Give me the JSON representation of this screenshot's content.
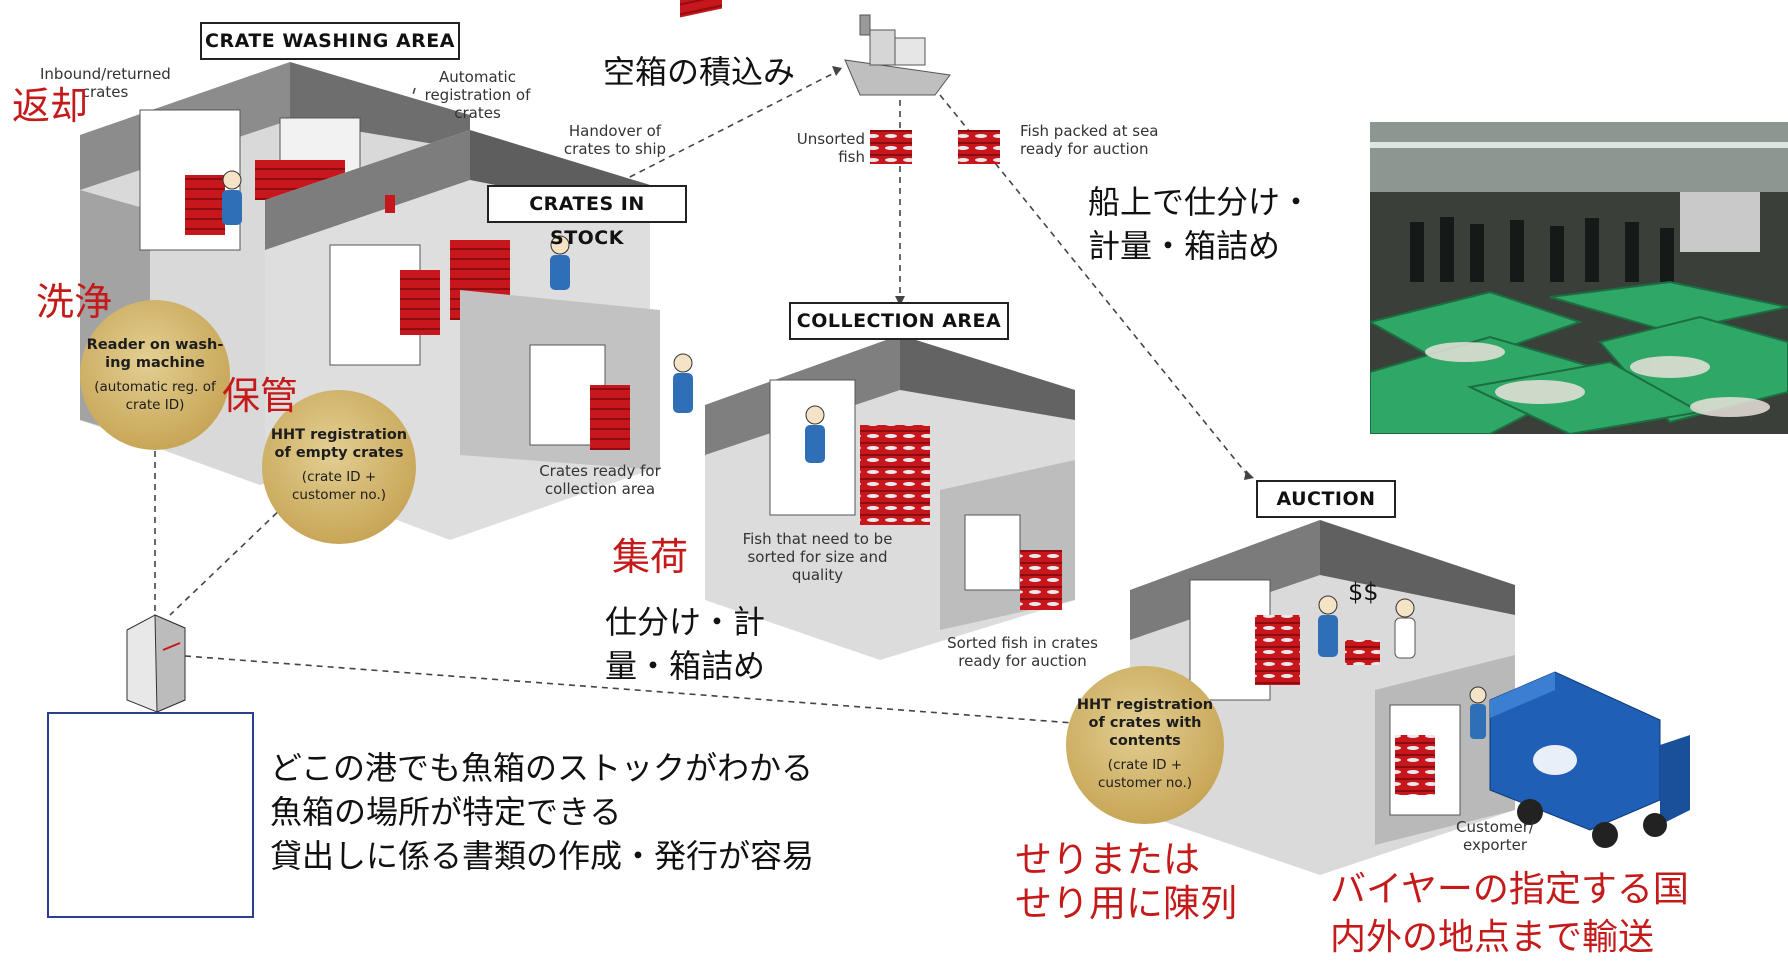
{
  "areas": {
    "crate_washing": "CRATE WASHING AREA",
    "crates_in_stock": "CRATES IN STOCK",
    "collection": "COLLECTION AREA",
    "auction": "AUCTION"
  },
  "captions": {
    "inbound": "Inbound/returned\ncrates",
    "auto_reg": "Automatic\nregistration of\ncrates",
    "handover": "Handover of\ncrates to ship",
    "unsorted": "Unsorted\nfish",
    "packed_sea": "Fish packed at sea\nready for auction",
    "crates_ready": "Crates ready for\ncollection area",
    "need_sorted": "Fish that need to be\nsorted for size and\nquality",
    "sorted_crates": "Sorted fish in crates\nready for auction",
    "customer": "Customer/\nexporter",
    "dollars": "$$"
  },
  "discs": {
    "reader": {
      "title": "Reader on wash-\ning machine",
      "sub": "(automatic reg. of\ncrate ID)"
    },
    "hht_empty": {
      "title": "HHT registration\nof empty crates",
      "sub": "(crate ID +\ncustomer no.)"
    },
    "hht_contents": {
      "title": "HHT registration\nof crates with\ncontents",
      "sub": "(crate ID +\ncustomer no.)"
    }
  },
  "jp": {
    "henkyaku": "返却",
    "senjo": "洗浄",
    "hokan": "保管",
    "karabako": "空箱の積込み",
    "senjo_shiwake": "船上で仕分け・\n計量・箱詰め",
    "shuka": "集荷",
    "shiwake": "仕分け・計\n量・箱詰め",
    "benefits": [
      "どこの港でも魚箱のストックがわかる",
      "魚箱の場所が特定できる",
      "貸出しに係る書類の作成・発行が容易"
    ],
    "seri": "せりまたは\nせり用に陳列",
    "buyer": "バイヤーの指定する国\n内外の地点まで輸送"
  },
  "colors": {
    "crate_red": "#c8161d",
    "jp_red": "#c41a1a",
    "disc_gold": "#c9a85a",
    "wall_grey": "#8c8c8c",
    "truck_blue": "#1f5fb5"
  }
}
